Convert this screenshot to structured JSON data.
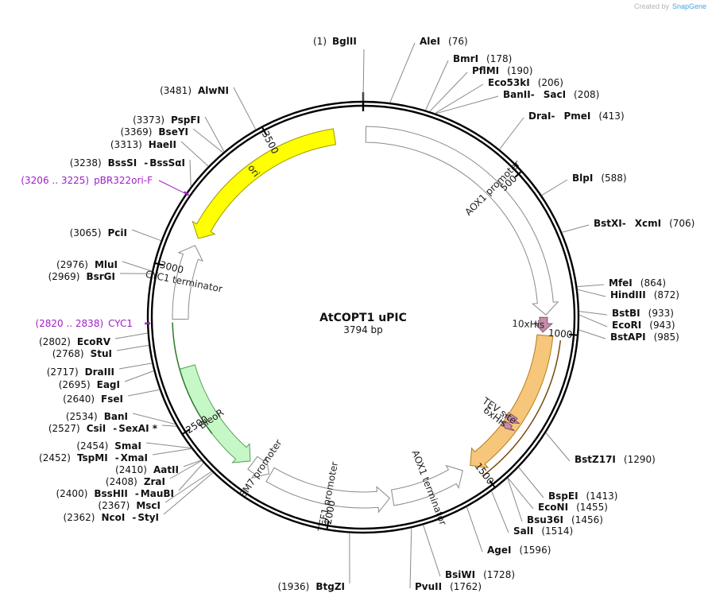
{
  "credit": {
    "created_by": "Created by",
    "brand": "SnapGene"
  },
  "plasmid": {
    "name": "AtCOPT1 uPIC",
    "length_label": "3794 bp",
    "length": 3794
  },
  "ruler": [
    "500",
    "1000",
    "1500",
    "2000",
    "2500",
    "3000",
    "3500"
  ],
  "sites": [
    {
      "id": "bglii",
      "pos": 1,
      "pos_label": "(1)",
      "names": [
        "BglII"
      ],
      "side": "center"
    },
    {
      "id": "alei",
      "pos": 76,
      "pos_label": "(76)",
      "names": [
        "AleI"
      ],
      "side": "right"
    },
    {
      "id": "bmri",
      "pos": 178,
      "pos_label": "(178)",
      "names": [
        "BmrI"
      ],
      "side": "right"
    },
    {
      "id": "pflmi",
      "pos": 190,
      "pos_label": "(190)",
      "names": [
        "PflMI"
      ],
      "side": "right"
    },
    {
      "id": "eco53ki",
      "pos": 206,
      "pos_label": "(206)",
      "names": [
        "Eco53kI"
      ],
      "side": "right"
    },
    {
      "id": "banii",
      "pos": 208,
      "pos_label": "(208)",
      "names": [
        "BanII",
        "SacI"
      ],
      "side": "right"
    },
    {
      "id": "drai",
      "pos": 413,
      "pos_label": "(413)",
      "names": [
        "DraI",
        "PmeI"
      ],
      "side": "right"
    },
    {
      "id": "blpi",
      "pos": 588,
      "pos_label": "(588)",
      "names": [
        "BlpI"
      ],
      "side": "right"
    },
    {
      "id": "bstxi",
      "pos": 706,
      "pos_label": "(706)",
      "names": [
        "BstXI",
        "XcmI"
      ],
      "side": "right"
    },
    {
      "id": "mfei",
      "pos": 864,
      "pos_label": "(864)",
      "names": [
        "MfeI"
      ],
      "side": "right"
    },
    {
      "id": "hindiii",
      "pos": 872,
      "pos_label": "(872)",
      "names": [
        "HindIII"
      ],
      "side": "right"
    },
    {
      "id": "bstbi",
      "pos": 933,
      "pos_label": "(933)",
      "names": [
        "BstBI"
      ],
      "side": "right"
    },
    {
      "id": "ecori",
      "pos": 943,
      "pos_label": "(943)",
      "names": [
        "EcoRI"
      ],
      "side": "right"
    },
    {
      "id": "bstapi",
      "pos": 985,
      "pos_label": "(985)",
      "names": [
        "BstAPI"
      ],
      "side": "right"
    },
    {
      "id": "bstz17i",
      "pos": 1290,
      "pos_label": "(1290)",
      "names": [
        "BstZ17I"
      ],
      "side": "right"
    },
    {
      "id": "bspei",
      "pos": 1413,
      "pos_label": "(1413)",
      "names": [
        "BspEI"
      ],
      "side": "right"
    },
    {
      "id": "econi",
      "pos": 1455,
      "pos_label": "(1455)",
      "names": [
        "EcoNI"
      ],
      "side": "right"
    },
    {
      "id": "bsu36i",
      "pos": 1456,
      "pos_label": "(1456)",
      "names": [
        "Bsu36I"
      ],
      "side": "right"
    },
    {
      "id": "sali",
      "pos": 1514,
      "pos_label": "(1514)",
      "names": [
        "SalI"
      ],
      "side": "right"
    },
    {
      "id": "agei",
      "pos": 1596,
      "pos_label": "(1596)",
      "names": [
        "AgeI"
      ],
      "side": "right"
    },
    {
      "id": "bsiwi",
      "pos": 1728,
      "pos_label": "(1728)",
      "names": [
        "BsiWI"
      ],
      "side": "right"
    },
    {
      "id": "pvuii",
      "pos": 1762,
      "pos_label": "(1762)",
      "names": [
        "PvuII"
      ],
      "side": "right"
    },
    {
      "id": "btgzi",
      "pos": 1936,
      "pos_label": "(1936)",
      "names": [
        "BtgZI"
      ],
      "side": "left"
    },
    {
      "id": "ncoi",
      "pos": 2362,
      "pos_label": "(2362)",
      "names": [
        "NcoI",
        "StyI"
      ],
      "side": "left"
    },
    {
      "id": "msci",
      "pos": 2367,
      "pos_label": "(2367)",
      "names": [
        "MscI"
      ],
      "side": "left"
    },
    {
      "id": "bsshii",
      "pos": 2400,
      "pos_label": "(2400)",
      "names": [
        "BssHII",
        "MauBI"
      ],
      "side": "left"
    },
    {
      "id": "zrai",
      "pos": 2408,
      "pos_label": "(2408)",
      "names": [
        "ZraI"
      ],
      "side": "left"
    },
    {
      "id": "aatii",
      "pos": 2410,
      "pos_label": "(2410)",
      "names": [
        "AatII"
      ],
      "side": "left"
    },
    {
      "id": "tspmi",
      "pos": 2452,
      "pos_label": "(2452)",
      "names": [
        "TspMI",
        "XmaI"
      ],
      "side": "left"
    },
    {
      "id": "smai",
      "pos": 2454,
      "pos_label": "(2454)",
      "names": [
        "SmaI"
      ],
      "side": "left"
    },
    {
      "id": "csii",
      "pos": 2527,
      "pos_label": "(2527)",
      "names": [
        "CsiI",
        "SexAI *"
      ],
      "side": "left"
    },
    {
      "id": "bani",
      "pos": 2534,
      "pos_label": "(2534)",
      "names": [
        "BanI"
      ],
      "side": "left"
    },
    {
      "id": "fsei",
      "pos": 2640,
      "pos_label": "(2640)",
      "names": [
        "FseI"
      ],
      "side": "left"
    },
    {
      "id": "eagi",
      "pos": 2695,
      "pos_label": "(2695)",
      "names": [
        "EagI"
      ],
      "side": "left"
    },
    {
      "id": "draiii",
      "pos": 2717,
      "pos_label": "(2717)",
      "names": [
        "DraIII"
      ],
      "side": "left"
    },
    {
      "id": "stui",
      "pos": 2768,
      "pos_label": "(2768)",
      "names": [
        "StuI"
      ],
      "side": "left"
    },
    {
      "id": "ecorv",
      "pos": 2802,
      "pos_label": "(2802)",
      "names": [
        "EcoRV"
      ],
      "side": "left"
    },
    {
      "id": "bsrgi",
      "pos": 2969,
      "pos_label": "(2969)",
      "names": [
        "BsrGI"
      ],
      "side": "left"
    },
    {
      "id": "mlui",
      "pos": 2976,
      "pos_label": "(2976)",
      "names": [
        "MluI"
      ],
      "side": "left"
    },
    {
      "id": "pcii",
      "pos": 3065,
      "pos_label": "(3065)",
      "names": [
        "PciI"
      ],
      "side": "left"
    },
    {
      "id": "bsssi",
      "pos": 3238,
      "pos_label": "(3238)",
      "names": [
        "BssSI",
        "BssSαI"
      ],
      "side": "left"
    },
    {
      "id": "haeii",
      "pos": 3313,
      "pos_label": "(3313)",
      "names": [
        "HaeII"
      ],
      "side": "left"
    },
    {
      "id": "bseyi",
      "pos": 3369,
      "pos_label": "(3369)",
      "names": [
        "BseYI"
      ],
      "side": "left"
    },
    {
      "id": "pspfi",
      "pos": 3373,
      "pos_label": "(3373)",
      "names": [
        "PspFI"
      ],
      "side": "left"
    },
    {
      "id": "alwni",
      "pos": 3481,
      "pos_label": "(3481)",
      "names": [
        "AlwNI"
      ],
      "side": "left"
    }
  ],
  "primers": [
    {
      "id": "pbr322ori-f",
      "pos": 3215,
      "range_label": "(3206 .. 3225)",
      "name": "pBR322ori-F",
      "color": "#a020c8"
    },
    {
      "id": "cyc1",
      "pos": 2829,
      "range_label": "(2820 .. 2838)",
      "name": "CYC1",
      "color": "#a020c8"
    }
  ],
  "features": [
    {
      "id": "aox1-promoter",
      "label": "AOX1 promoter",
      "start": 10,
      "end": 942,
      "direction": 1,
      "fill": "#ffffff",
      "stroke": "#8a8a8a"
    },
    {
      "id": "10xhis",
      "label": "10xHis",
      "start": 950,
      "end": 1000,
      "direction": 1,
      "fill": "#c78ea9",
      "stroke": "#8a5070"
    },
    {
      "id": "atcopt1-cds",
      "label": "",
      "start": 1010,
      "end": 1520,
      "direction": 1,
      "fill": "#f6c77a",
      "stroke": "#b77a15"
    },
    {
      "id": "6xhis",
      "label": "6xHis",
      "start": 1330,
      "end": 1350,
      "direction": 1,
      "fill": "#c78ea9",
      "stroke": "#8a5070"
    },
    {
      "id": "tev-site",
      "label": "TEV site",
      "start": 1300,
      "end": 1325,
      "direction": 1,
      "fill": "#c78ea9",
      "stroke": "#8a5070"
    },
    {
      "id": "aox1-terminator",
      "label": "AOX1 terminator",
      "start": 1550,
      "end": 1800,
      "direction": -1,
      "fill": "#ffffff",
      "stroke": "#8a8a8a"
    },
    {
      "id": "tef1-promoter",
      "label": "TEF1 promoter",
      "start": 1810,
      "end": 2220,
      "direction": -1,
      "fill": "#ffffff",
      "stroke": "#8a8a8a"
    },
    {
      "id": "em7-promoter",
      "label": "EM7 promoter",
      "start": 2225,
      "end": 2290,
      "direction": -1,
      "fill": "#ffffff",
      "stroke": "#8a8a8a"
    },
    {
      "id": "bleor",
      "label": "BleoR",
      "start": 2300,
      "end": 2680,
      "direction": -1,
      "fill": "#c6f7c6",
      "stroke": "#55a055"
    },
    {
      "id": "cyc1-terminator",
      "label": "CYC1 terminator",
      "start": 2840,
      "end": 3090,
      "direction": 1,
      "fill": "#ffffff",
      "stroke": "#8a8a8a"
    },
    {
      "id": "ori",
      "label": "ori",
      "start": 3115,
      "end": 3700,
      "direction": -1,
      "fill": "#ffff00",
      "stroke": "#9a9a00"
    }
  ],
  "colors": {
    "backbone": "#000000",
    "leader": "#8a8a8a",
    "primer": "#a020c8",
    "cds_line": "#7a4a10",
    "bleor_line": "#2c7a2c"
  }
}
